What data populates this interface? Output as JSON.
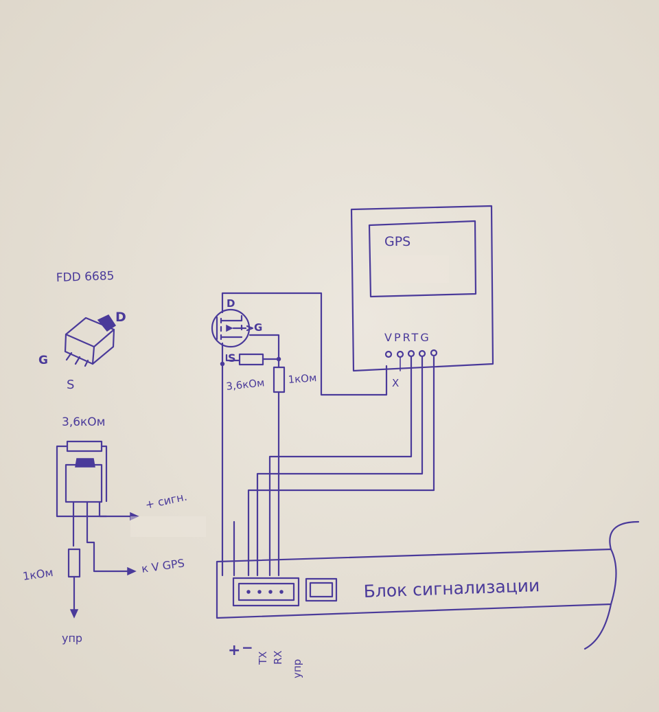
{
  "left_part": {
    "part_name": "FDD 6685",
    "pin_d": "D",
    "pin_g": "G",
    "pin_s": "S",
    "resistor_top": "3,6кОм",
    "resistor_left": "1кОм",
    "out_plus": "+ сигн.",
    "out_gps": "к V GPS",
    "out_ctrl": "упр"
  },
  "circuit": {
    "pin_d": "D",
    "pin_g": "G",
    "pin_s": "S",
    "resistor_a": "3,6кОм",
    "resistor_b": "1кОм",
    "gps_label": "GPS",
    "gps_pins": "VPRTG",
    "unused_pin": "X",
    "alarm_label": "Блок сигнализации",
    "conn_plus": "+",
    "conn_minus": "−",
    "conn_tx": "TX",
    "conn_rx": "RX",
    "conn_ctrl": "упр"
  },
  "colors": {
    "ink": "#4a3a9a",
    "paper": "#e7e1d6"
  }
}
